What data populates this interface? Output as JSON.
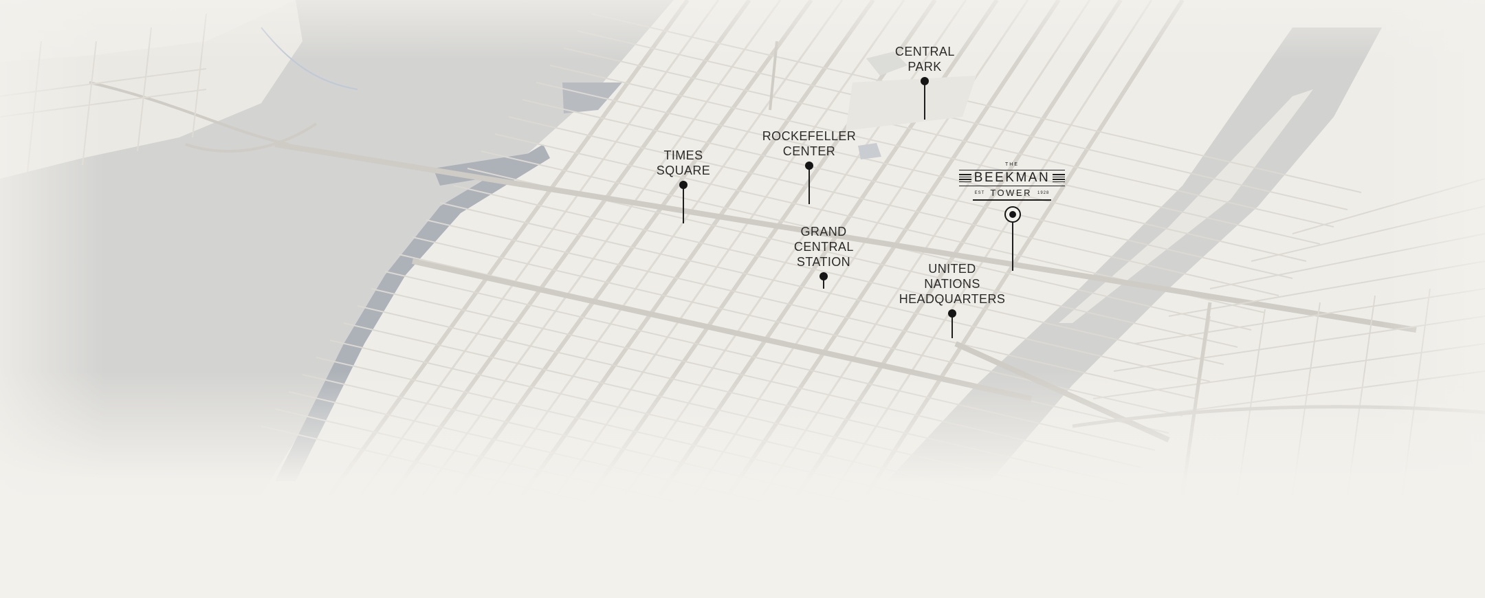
{
  "map": {
    "colors": {
      "land": "#efede8",
      "water": "#d2d2d0",
      "water_dark": "#a9aeb4",
      "roads": "#d8d5cf",
      "text": "#2b2a28",
      "pin": "#151515"
    }
  },
  "landmarks": [
    {
      "id": "central-park",
      "label": "CENTRAL PARK"
    },
    {
      "id": "rockefeller-center",
      "label": "ROCKEFELLER\nCENTER"
    },
    {
      "id": "times-square",
      "label": "TIMES SQUARE"
    },
    {
      "id": "grand-central-station",
      "label": "GRAND\nCENTRAL STATION"
    },
    {
      "id": "united-nations-headquarters",
      "label": "UNITED NATIONS\nHEADQUARTERS"
    }
  ],
  "brand": {
    "the": "THE",
    "name": "BEEKMAN",
    "est": "EST",
    "tower": "TOWER",
    "year": "1928",
    "icon": "target-pin-icon"
  }
}
